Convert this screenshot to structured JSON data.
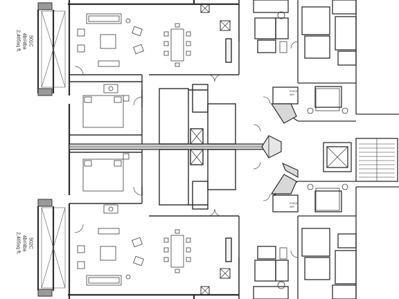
{
  "units": [
    {
      "id": "unit-north",
      "name": "501C",
      "layout": "4br/4ba",
      "area": "2,465sq ft."
    },
    {
      "id": "unit-south",
      "name": "502C",
      "layout": "4br/4ba",
      "area": "2,465sq ft."
    }
  ],
  "room_tags": [
    "STACK",
    "W/D"
  ],
  "colors": {
    "wall": "#2b2b2b",
    "wall_fill": "#c9c9c9",
    "line": "#3a3a3a",
    "background": "#ffffff"
  }
}
